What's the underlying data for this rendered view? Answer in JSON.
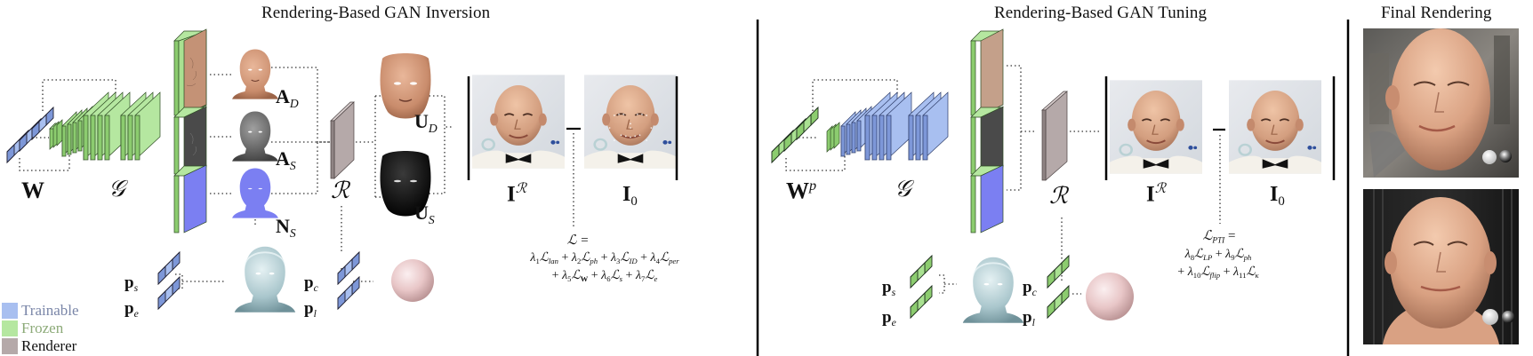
{
  "figure": {
    "sections": [
      {
        "id": "inversion",
        "title": "Rendering-Based GAN Inversion"
      },
      {
        "id": "tuning",
        "title": "Rendering-Based GAN Tuning"
      },
      {
        "id": "final",
        "title": "Final Rendering"
      }
    ],
    "colors": {
      "trainable": "#a8bff0",
      "trainable_dark": "#7d97d8",
      "frozen": "#b5e7a0",
      "frozen_dark": "#8ccc6f",
      "renderer": "#b5a9a9",
      "normal_blue": "#7b7ff2",
      "divider": "#000000"
    },
    "legend": [
      {
        "label": "Trainable",
        "color": "#a8bff0",
        "text_color": "#7a86a8"
      },
      {
        "label": "Frozen",
        "color": "#b5e7a0",
        "text_color": "#8caa78"
      },
      {
        "label": "Renderer",
        "color": "#b5a9a9",
        "text_color": "#111111"
      }
    ],
    "inversion": {
      "latent_label": "W",
      "generator_label": "𝒢",
      "renderer_label": "ℛ",
      "maps": [
        {
          "symbol": "A",
          "sub": "D",
          "name": "diffuse albedo"
        },
        {
          "symbol": "A",
          "sub": "S",
          "name": "specular albedo"
        },
        {
          "symbol": "N",
          "sub": "S",
          "name": "normals"
        }
      ],
      "uv_outputs": [
        {
          "symbol": "U",
          "sub": "D"
        },
        {
          "symbol": "U",
          "sub": "S"
        }
      ],
      "params": [
        {
          "symbol": "p",
          "sub": "s"
        },
        {
          "symbol": "p",
          "sub": "e"
        },
        {
          "symbol": "p",
          "sub": "c"
        },
        {
          "symbol": "p",
          "sub": "l"
        }
      ],
      "rendered_label": "I",
      "rendered_sup": "ℛ",
      "target_label": "I",
      "target_sub": "0",
      "minus": "—",
      "loss": {
        "lhs": "ℒ =",
        "line1": "λ₁ℒlan + λ₂ℒph + λ₃ℒID + λ₄ℒper",
        "line2": "+ λ₅ℒW + λ₆ℒs + λ₇ℒe",
        "terms": [
          {
            "lambda": "1",
            "L": "lan"
          },
          {
            "lambda": "2",
            "L": "ph"
          },
          {
            "lambda": "3",
            "L": "ID"
          },
          {
            "lambda": "4",
            "L": "per"
          },
          {
            "lambda": "5",
            "L": "W"
          },
          {
            "lambda": "6",
            "L": "s"
          },
          {
            "lambda": "7",
            "L": "e"
          }
        ]
      }
    },
    "tuning": {
      "latent_label": "W",
      "latent_sup": "p",
      "generator_label": "𝒢",
      "renderer_label": "ℛ",
      "params": [
        {
          "symbol": "p",
          "sub": "s"
        },
        {
          "symbol": "p",
          "sub": "e"
        },
        {
          "symbol": "p",
          "sub": "c"
        },
        {
          "symbol": "p",
          "sub": "l"
        }
      ],
      "rendered_label": "I",
      "rendered_sup": "ℛ",
      "target_label": "I",
      "target_sub": "0",
      "minus": "—",
      "loss": {
        "lhs": "ℒPTI =",
        "line1": "λ₈ℒLP + λ₉ℒph",
        "line2": "+ λ₁₀ℒflip + λ₁₁ℒκ",
        "terms": [
          {
            "lambda": "8",
            "L": "LP"
          },
          {
            "lambda": "9",
            "L": "ph"
          },
          {
            "lambda": "10",
            "L": "flip"
          },
          {
            "lambda": "11",
            "L": "κ"
          }
        ]
      }
    },
    "final": {
      "renders": [
        {
          "name": "render-outdoor-environment"
        },
        {
          "name": "render-indoor-environment"
        }
      ]
    }
  }
}
